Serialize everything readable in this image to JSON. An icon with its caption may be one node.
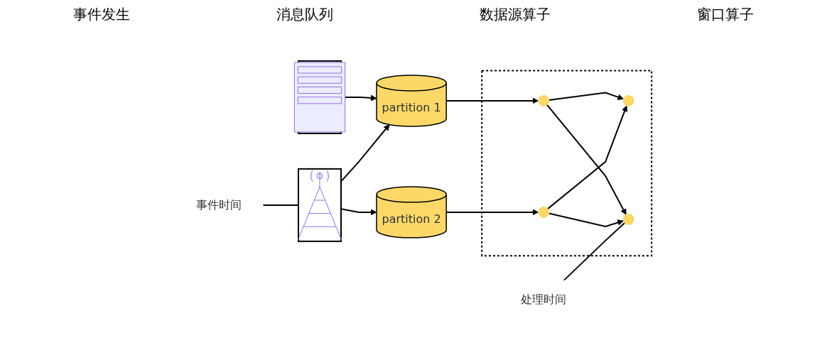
{
  "diagram": {
    "nodes": [
      {
        "text": [],
        "shape": "picture"
      },
      {
        "text": [],
        "shape": "picture"
      },
      {
        "text": [
          "partition 1"
        ]
      },
      {
        "text": [
          "partition 2"
        ]
      },
      {
        "text": [],
        "shape": "box"
      },
      {
        "text": [],
        "shape": "circle",
        "in": 4
      },
      {
        "text": [],
        "shape": "circle",
        "in": 4
      },
      {
        "text": [],
        "shape": "circle",
        "in": 4
      },
      {
        "text": [],
        "shape": "circle",
        "in": 4
      },
      {
        "text": [
          "事件时间"
        ]
      },
      {
        "text": [
          "处理时间"
        ]
      }
    ],
    "edges": [
      {
        "from": 0,
        "to": 2,
        "arrow": "to"
      },
      {
        "from": 1,
        "to": 2,
        "arrow": "to"
      },
      {
        "from": 1,
        "to": 3,
        "arrow": "to"
      },
      {
        "from": 2,
        "to": 5,
        "arrow": "to"
      },
      {
        "from": 3,
        "to": 6,
        "arrow": "to"
      },
      {
        "from": 5,
        "to": 7,
        "arrow": "to"
      },
      {
        "from": 5,
        "to": 8,
        "arrow": "to"
      },
      {
        "from": 6,
        "to": 7,
        "arrow": "to"
      },
      {
        "from": 6,
        "to": 8,
        "arrow": "to"
      },
      {
        "from": 9,
        "to": 1,
        "arrow": "none"
      },
      {
        "from": 10,
        "to": 8,
        "arrow": "none"
      }
    ],
    "labels": [
      "事件发生",
      "消息队列",
      "数据源算子",
      "窗口算子"
    ]
  }
}
